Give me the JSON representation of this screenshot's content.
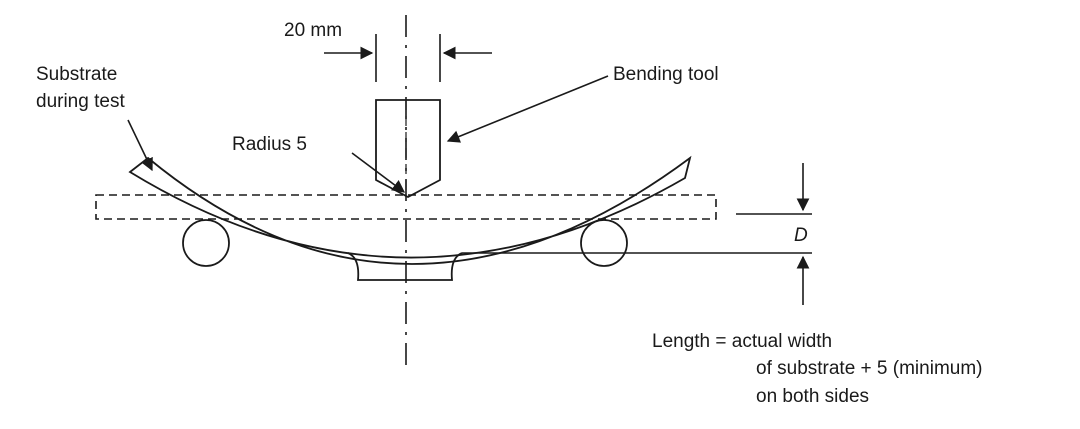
{
  "labels": {
    "width_dimension": "20 mm",
    "substrate_line1": "Substrate",
    "substrate_line2": "during test",
    "bending_tool": "Bending tool",
    "radius": "Radius 5",
    "deflection": "D",
    "length_line1": "Length = actual width",
    "length_line2": "of substrate + 5 (minimum)",
    "length_line3": "on both sides"
  }
}
